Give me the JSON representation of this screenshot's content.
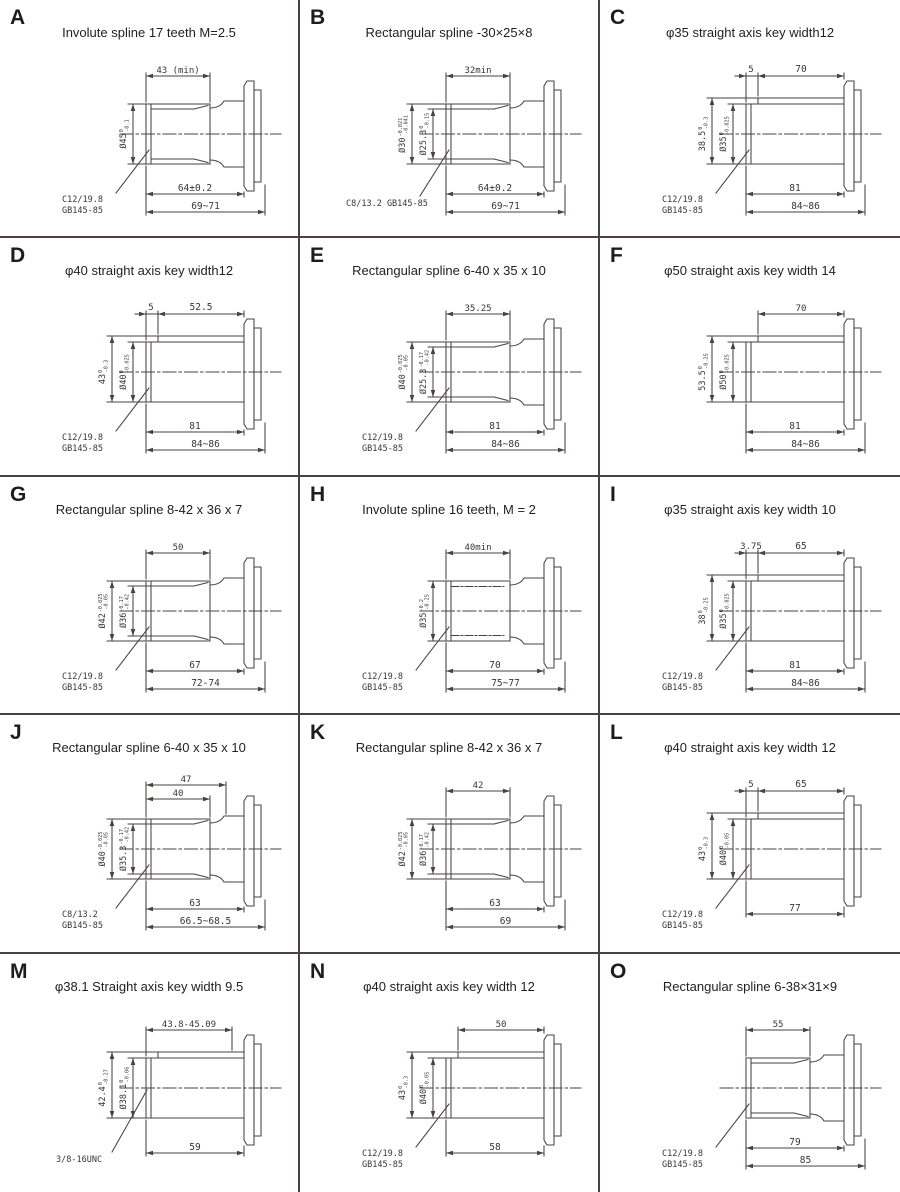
{
  "colors": {
    "line": "#4a4242",
    "text": "#3b3434",
    "grid": "#4a4040",
    "background": "#ffffff",
    "letter": "#1d1d1d"
  },
  "panels": [
    {
      "letter": "A",
      "title": "Involute spline 17 teeth M=2.5",
      "variant": "spline",
      "inner_dash": false,
      "top_style": "single",
      "top_dims": [
        "43 (min)"
      ],
      "v_dims": [
        {
          "label": "Ø45",
          "sup": "0",
          "sub": "-0.1"
        }
      ],
      "leader": [
        "C12/19.8",
        "GB145-85"
      ],
      "bottom_dims": [
        "64±0.2",
        "69~71"
      ]
    },
    {
      "letter": "B",
      "title": "Rectangular spline -30×25×8",
      "variant": "spline",
      "inner_dash": false,
      "top_style": "single",
      "top_dims": [
        "32min"
      ],
      "v_dims": [
        {
          "label": "Ø30",
          "sup": "-0.021",
          "sub": "-0.041"
        },
        {
          "label": "Ø25.3",
          "sup": "0",
          "sub": "-0.15"
        }
      ],
      "leader": [
        "C8/13.2 GB145-85"
      ],
      "bottom_dims": [
        "64±0.2",
        "69~71"
      ]
    },
    {
      "letter": "C",
      "title": "φ35 straight axis key width12",
      "variant": "key",
      "top_style": "lead",
      "top_dims": [
        "5",
        "70"
      ],
      "v_dims": [
        {
          "label": "38.5",
          "sup": "0",
          "sub": "-0.3"
        },
        {
          "label": "Ø35",
          "sup": "0",
          "sub": "-0.025"
        }
      ],
      "leader": [
        "C12/19.8",
        "GB145-85"
      ],
      "bottom_dims": [
        "81",
        "84~86"
      ]
    },
    {
      "letter": "D",
      "title": "φ40 straight axis key width12",
      "variant": "key",
      "top_style": "lead",
      "top_dims": [
        "5",
        "52.5"
      ],
      "v_dims": [
        {
          "label": "43",
          "sup": "0",
          "sub": "-0.3"
        },
        {
          "label": "Ø40",
          "sup": "0",
          "sub": "-0.025"
        }
      ],
      "leader": [
        "C12/19.8",
        "GB145-85"
      ],
      "bottom_dims": [
        "81",
        "84~86"
      ]
    },
    {
      "letter": "E",
      "title": "Rectangular spline 6-40 x 35 x 10",
      "variant": "spline",
      "inner_dash": false,
      "top_style": "single",
      "top_dims": [
        "35.25"
      ],
      "v_dims": [
        {
          "label": "Ø40",
          "sup": "-0.025",
          "sub": "-0.05"
        },
        {
          "label": "Ø25.3",
          "sup": "-0.17",
          "sub": "-0.42"
        }
      ],
      "leader": [
        "C12/19.8",
        "GB145-85"
      ],
      "bottom_dims": [
        "81",
        "84~86"
      ]
    },
    {
      "letter": "F",
      "title": "φ50 straight axis key width 14",
      "variant": "key",
      "top_style": "single",
      "top_from_key": true,
      "top_dims": [
        "70"
      ],
      "v_dims": [
        {
          "label": "53.5",
          "sup": "0",
          "sub": "-0.25"
        },
        {
          "label": "Ø50",
          "sup": "0",
          "sub": "-0.025"
        }
      ],
      "leader": [],
      "bottom_dims": [
        "81",
        "84~86"
      ]
    },
    {
      "letter": "G",
      "title": "Rectangular spline 8-42 x 36 x 7",
      "variant": "spline",
      "inner_dash": false,
      "top_style": "single",
      "top_dims": [
        "50"
      ],
      "v_dims": [
        {
          "label": "Ø42",
          "sup": "-0.025",
          "sub": "-0.05"
        },
        {
          "label": "Ø36",
          "sup": "-0.17",
          "sub": "-0.42"
        }
      ],
      "leader": [
        "C12/19.8",
        "GB145-85"
      ],
      "bottom_dims": [
        "67",
        "72-74"
      ]
    },
    {
      "letter": "H",
      "title": "Involute spline 16 teeth, M = 2",
      "variant": "spline",
      "inner_dash": true,
      "top_style": "single",
      "top_dims": [
        "40min"
      ],
      "v_dims": [
        {
          "label": "Ø35",
          "sup": "-0.2",
          "sub": "-0.25"
        }
      ],
      "leader": [
        "C12/19.8",
        "GB145-85"
      ],
      "bottom_dims": [
        "70",
        "75~77"
      ]
    },
    {
      "letter": "I",
      "title": "φ35 straight axis key width 10",
      "variant": "key",
      "top_style": "lead",
      "top_dims": [
        "3.75",
        "65"
      ],
      "v_dims": [
        {
          "label": "38",
          "sup": "0",
          "sub": "-0.25"
        },
        {
          "label": "Ø35",
          "sup": "0",
          "sub": "-0.025"
        }
      ],
      "leader": [
        "C12/19.8",
        "GB145-85"
      ],
      "bottom_dims": [
        "81",
        "84~86"
      ]
    },
    {
      "letter": "J",
      "title": "Rectangular spline 6-40 x 35 x 10",
      "variant": "spline",
      "inner_dash": false,
      "top_style": "stacked",
      "top_dims": [
        "47",
        "40"
      ],
      "v_dims": [
        {
          "label": "Ø40",
          "sup": "-0.025",
          "sub": "-0.05"
        },
        {
          "label": "Ø35.3",
          "sup": "-0.17",
          "sub": "-0.42"
        }
      ],
      "leader": [
        "C8/13.2",
        "GB145-85"
      ],
      "bottom_dims": [
        "63",
        "66.5~68.5"
      ]
    },
    {
      "letter": "K",
      "title": "Rectangular spline 8-42 x 36 x 7",
      "variant": "spline",
      "inner_dash": false,
      "top_style": "single",
      "top_dims": [
        "42"
      ],
      "v_dims": [
        {
          "label": "Ø42",
          "sup": "-0.025",
          "sub": "-0.05"
        },
        {
          "label": "Ø36",
          "sup": "-0.17",
          "sub": "-0.42"
        }
      ],
      "leader": [],
      "bottom_dims": [
        "63",
        "69"
      ]
    },
    {
      "letter": "L",
      "title": "φ40 straight axis key width 12",
      "variant": "key",
      "top_style": "lead",
      "top_dims": [
        "5",
        "65"
      ],
      "v_dims": [
        {
          "label": "43",
          "sup": "0",
          "sub": "-0.3"
        },
        {
          "label": "Ø40",
          "sup": "0",
          "sub": "-0.05"
        }
      ],
      "leader": [
        "C12/19.8",
        "GB145-85"
      ],
      "bottom_dims": [
        "77"
      ]
    },
    {
      "letter": "M",
      "title": "φ38.1 Straight axis key width 9.5",
      "variant": "key",
      "top_style": "single",
      "top_short": true,
      "top_dims": [
        "43.8-45.09"
      ],
      "v_dims": [
        {
          "label": "42.4",
          "sup": "0",
          "sub": "-0.27"
        },
        {
          "label": "Ø38.1",
          "sup": "0",
          "sub": "-0.06"
        }
      ],
      "leader": [
        "3/8-16UNC"
      ],
      "bottom_dims": [
        "59"
      ]
    },
    {
      "letter": "N",
      "title": "φ40 straight axis key width 12",
      "variant": "key",
      "top_style": "single",
      "top_from_key": true,
      "top_dims": [
        "50"
      ],
      "v_dims": [
        {
          "label": "43",
          "sup": "0",
          "sub": "-0.3"
        },
        {
          "label": "Ø40",
          "sup": "0",
          "sub": "-0.05"
        }
      ],
      "leader": [
        "C12/19.8",
        "GB145-85"
      ],
      "bottom_dims": [
        "58"
      ]
    },
    {
      "letter": "O",
      "title": "Rectangular spline 6-38×31×9",
      "variant": "spline",
      "inner_dash": false,
      "top_style": "single",
      "top_dims": [
        "55"
      ],
      "v_dims": [],
      "leader": [
        "C12/19.8",
        "GB145-85"
      ],
      "bottom_dims": [
        "79",
        "85"
      ]
    }
  ]
}
